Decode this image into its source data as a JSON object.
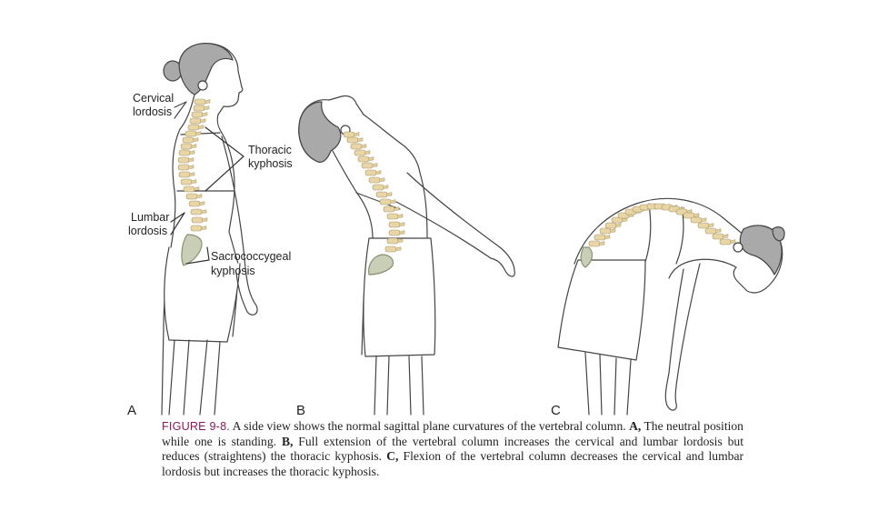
{
  "labels": {
    "cervical": [
      "Cervical",
      "lordosis"
    ],
    "thoracic": [
      "Thoracic",
      "kyphosis"
    ],
    "lumbar": [
      "Lumbar",
      "lordosis"
    ],
    "sacro": [
      "Sacrococcygeal",
      "kyphosis"
    ]
  },
  "panels": [
    "A",
    "B",
    "C"
  ],
  "caption": {
    "fig_label": "FIGURE 9-8.",
    "intro": " A side view shows the normal sagittal plane curvatures of the vertebral column. ",
    "a_label": "A,",
    "a_text": " The neutral position while one is standing. ",
    "b_label": "B,",
    "b_text": " Full extension of the vertebral column increases the cervical and lumbar lordosis but reduces (straightens) the thoracic kyphosis. ",
    "c_label": "C,",
    "c_text": " Flexion of the vertebral column decreases the cervical and lumbar lordosis but increases the thoracic kyphosis."
  },
  "colors": {
    "fig_label": "#8b1a5c",
    "bone": "#e8d6a6",
    "sacrum": "#c9cfb6",
    "hair": "#a9a9a9",
    "outline": "#444444"
  }
}
